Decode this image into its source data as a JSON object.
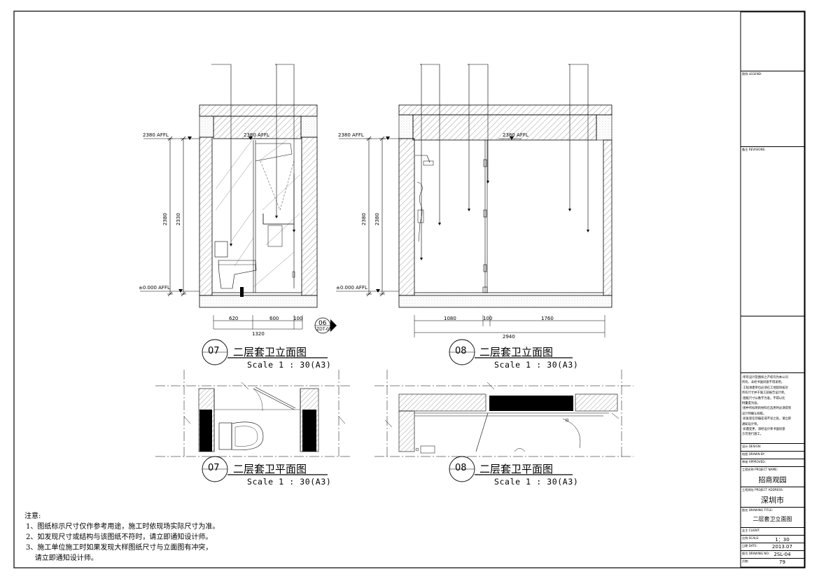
{
  "drawing": {
    "elev07": {
      "number": "07",
      "title": "二层套卫立面图",
      "scale": "Scale 1 : 30(A3)",
      "level_top": "2380 AFFL",
      "level_top_inner": "2380 AFFL",
      "level_floor": "±0.000 AFFL",
      "height_outer": "2380",
      "height_inner": "2330",
      "widths": [
        "620",
        "600",
        "100"
      ],
      "total_width": "1320",
      "ref_mark_top": "06",
      "ref_mark_bottom": "ZDT-05"
    },
    "elev08": {
      "number": "08",
      "title": "二层套卫立面图",
      "scale": "Scale 1 : 30(A3)",
      "level_top": "2380 AFFL",
      "level_top_inner": "2380 AFFL",
      "level_floor": "±0.000 AFFL",
      "height_outer": "2380",
      "height_inner": "2380",
      "widths": [
        "1080",
        "100",
        "1760"
      ],
      "total_width": "2940"
    },
    "plan07": {
      "number": "07",
      "title": "二层套卫平面图",
      "scale": "Scale 1 : 30(A3)"
    },
    "plan08": {
      "number": "08",
      "title": "二层套卫平面图",
      "scale": "Scale 1 : 30(A3)"
    }
  },
  "notes": {
    "heading": "注意:",
    "items": [
      "1、图纸标示尺寸仅作参考用途，施工时依现场实际尺寸为准。",
      "2、如发现尺寸或结构与该图纸不符时，请立即通知设计师。",
      "3、施工单位施工时如果发现大样图纸尺寸与立面图有冲突，",
      "    请立即通知设计师。"
    ]
  },
  "title_block": {
    "legend_label": "图例 LEGEND:",
    "revisions_label": "备注 REVISIONS:",
    "notes_lines": [
      "·所有设计及图样之产权均为本公司",
      "所有，未经书面同意不得采用。",
      "·工程承建单位必须在工地现场核对",
      "所有尺寸并于施工前报告设计师。",
      "·图纸尺寸以数字为准，不得以比",
      "例量度为准。",
      "·图中所标明的材料在选用时必须得到",
      "设计师确认样板。",
      "·如发现任何偏差或不详之处，请立即",
      "通知设计师。",
      "·如遇变更，须经设计师书面同意",
      "方可进行施工。"
    ],
    "design_label": "设计 DESIGN:",
    "drawn_label": "绘图 DRAWN BY:",
    "approved_label": "审核 APPROVED:",
    "project_label": "工程名称 PROJECT NAME:",
    "project_name": "招商观园",
    "address_label": "工程地址 PROJECT ADDRESS:",
    "address": "深圳市",
    "drawing_title_label": "图名 DRAWING TITLE:",
    "drawing_title": "二层套卫立面图",
    "client_label": "业主 CLIENT:",
    "scale_label": "比例 SCALE:",
    "scale": "1：30",
    "date_label": "日期 DATE:",
    "date": "2013.07",
    "drawing_no_label": "图号 DRAWING NO:",
    "drawing_no": "2SL-04",
    "page_label": "页数:",
    "page": "79"
  }
}
